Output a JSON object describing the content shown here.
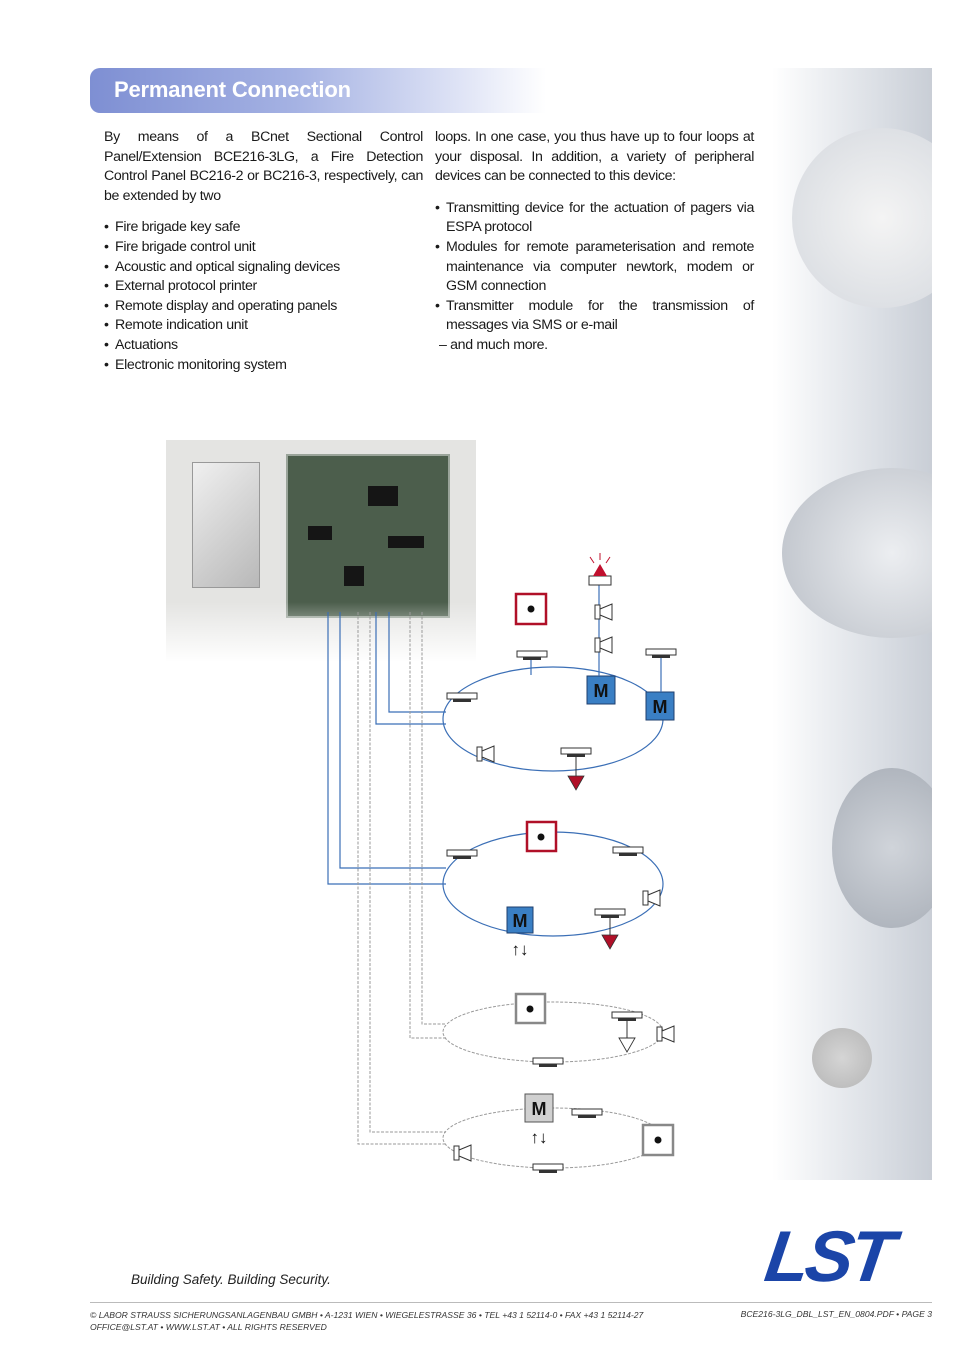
{
  "title": "Permanent Connection",
  "left_column": {
    "paragraph": "By means of a BCnet Sectional Control Panel/Extension BCE216-3LG, a Fire Detection Control Panel BC216-2 or BC216-3, respectively, can be extended by two",
    "bullets": [
      "Fire brigade key safe",
      "Fire brigade control unit",
      "Acoustic and optical signaling devices",
      "External protocol printer",
      "Remote display and operating panels",
      "Remote indication unit",
      "Actuations",
      "Electronic monitoring system"
    ]
  },
  "right_column": {
    "paragraph": "loops. In one case, you thus have up to four loops at your disposal. In addition, a variety of peripheral devices can be connected to this device:",
    "bullets": [
      "Transmitting device for the actuation of pagers via ESPA protocol",
      "Modules for remote parameterisation and remote maintenance via computer newtork, modem or GSM connection",
      "Transmitter module for the transmission of messages via SMS or e-mail"
    ],
    "closing": "– and much more."
  },
  "diagram_labels": {
    "module": "M",
    "arrows": "↑↓"
  },
  "colors": {
    "title_bar": "#7e8fd3",
    "loop_blue": "#3b6fb6",
    "module_blue": "#3a7fc4",
    "alarm_red": "#b01028",
    "loop_gray": "#9a9a9a",
    "logo_blue": "#1b45a8"
  },
  "tagline": "Building Safety. Building Security.",
  "logo_text": "LST",
  "footer": {
    "left_line1": "© LABOR STRAUSS SICHERUNGSANLAGENBAU GMBH • A-1231 WIEN • WIEGELESTRASSE 36 • TEL +43 1 52114-0 • FAX +43 1 52114-27",
    "left_line2": "OFFICE@LST.AT • WWW.LST.AT • ALL RIGHTS RESERVED",
    "right": "BCE216-3LG_DBL_LST_EN_0804.PDF • PAGE 3"
  }
}
